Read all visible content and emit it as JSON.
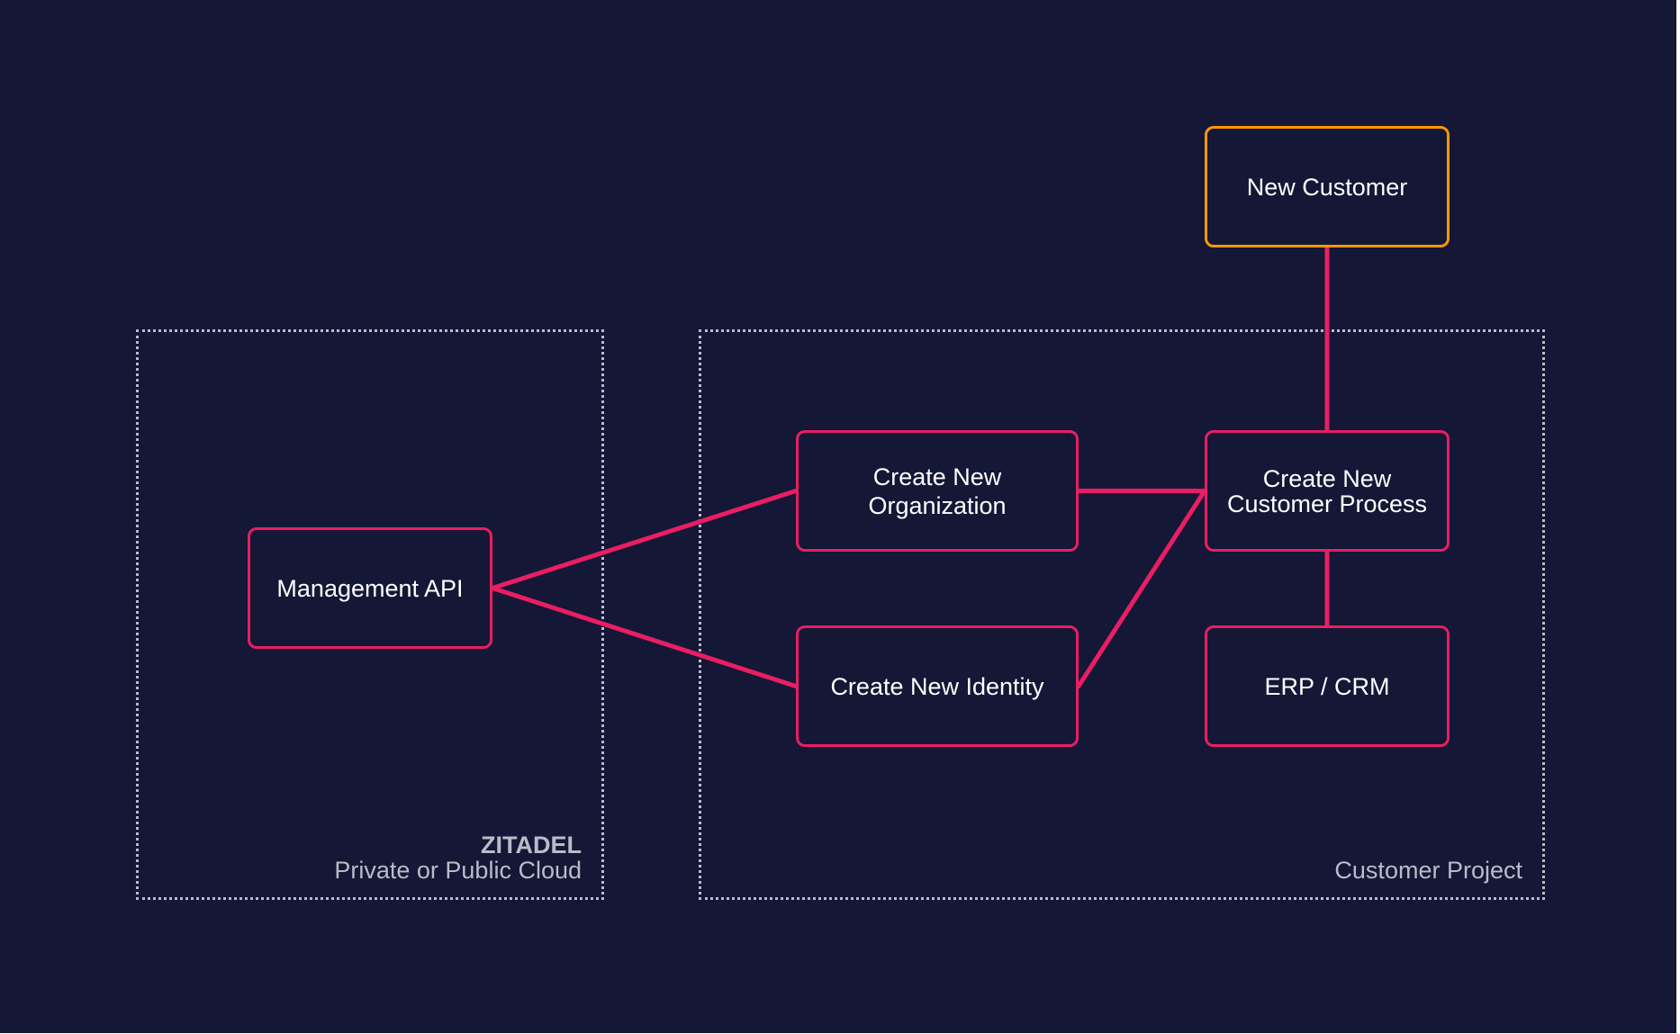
{
  "colors": {
    "background": "#141736",
    "link": "#e91e63",
    "node_border": "#e91e63",
    "accent_border": "#ff9800",
    "group_border": "#b9bcc8",
    "text": "#ffffff",
    "group_text": "#b9bcc8"
  },
  "groups": {
    "zitadel": {
      "name": "ZITADEL",
      "caption": "Private or Public Cloud"
    },
    "customer_project": {
      "caption": "Customer Project"
    }
  },
  "nodes": {
    "new_customer": {
      "label": "New Customer"
    },
    "management_api": {
      "label": "Management API"
    },
    "create_new_organization": {
      "label": "Create New\nOrganization"
    },
    "create_new_identity": {
      "label": "Create New Identity"
    },
    "create_new_customer_process": {
      "label": "Create New\nCustomer Process"
    },
    "erp_crm": {
      "label": "ERP / CRM"
    }
  },
  "edges": [
    {
      "from": "management_api",
      "to": "create_new_organization"
    },
    {
      "from": "management_api",
      "to": "create_new_identity"
    },
    {
      "from": "create_new_organization",
      "to": "create_new_customer_process"
    },
    {
      "from": "create_new_identity",
      "to": "create_new_customer_process"
    },
    {
      "from": "new_customer",
      "to": "create_new_customer_process"
    },
    {
      "from": "create_new_customer_process",
      "to": "erp_crm"
    }
  ]
}
